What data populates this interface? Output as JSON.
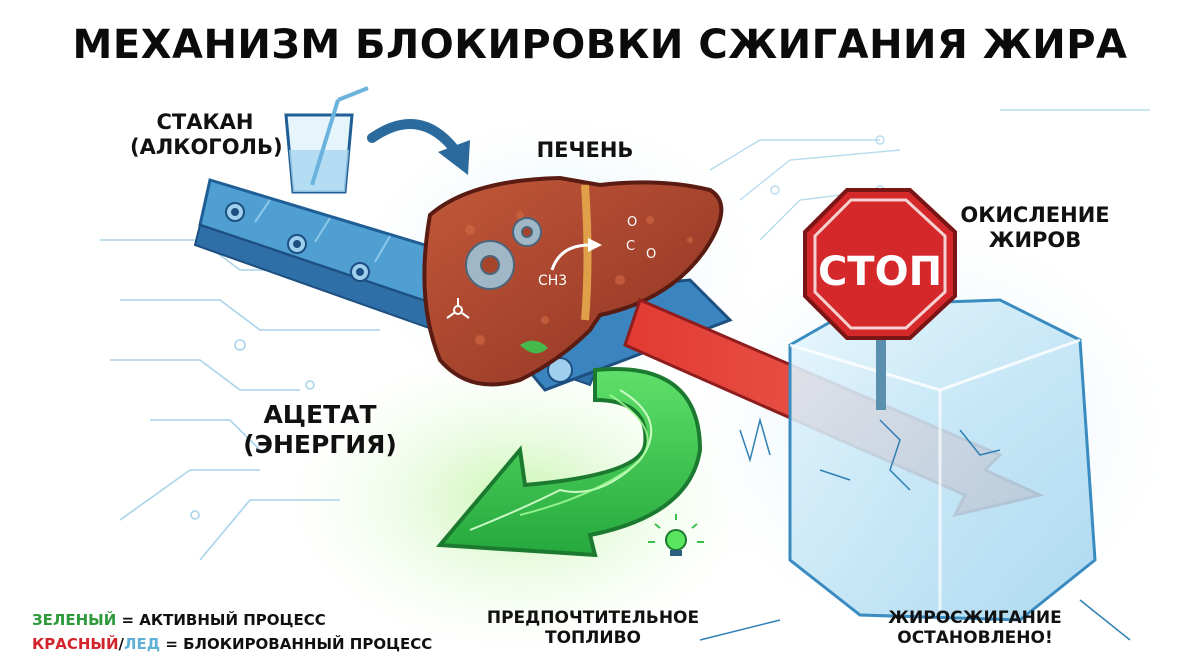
{
  "title": "МЕХАНИЗМ БЛОКИРОВКИ СЖИГАНИЯ ЖИРА",
  "labels": {
    "glass_line1": "СТАКАН",
    "glass_line2": "(АЛКОГОЛЬ)",
    "liver": "ПЕЧЕНЬ",
    "oxidation_line1": "ОКИСЛЕНИЕ",
    "oxidation_line2": "ЖИРОВ",
    "acetate_line1": "АЦЕТАТ",
    "acetate_line2": "(ЭНЕРГИЯ)",
    "fuel_line1": "ПРЕДПОЧТИТЕЛЬНОЕ",
    "fuel_line2": "ТОПЛИВО",
    "stopped_line1": "ЖИРОСЖИГАНИЕ",
    "stopped_line2": "ОСТАНОВЛЕНО!"
  },
  "stop_sign": "СТОП",
  "chemistry": {
    "methyl": "CH3",
    "carboxyl_c": "C",
    "carboxyl_o_top": "O",
    "carboxyl_o_side": "O"
  },
  "legend": {
    "green_word": "ЗЕЛЕНЫЙ",
    "green_desc": " = АКТИВНЫЙ ПРОЦЕСС",
    "red_word": "КРАСНЫЙ",
    "slash": "/",
    "ice_word": "ЛЕД",
    "red_desc": " = БЛОКИРОВАННЫЙ ПРОЦЕСС"
  },
  "colors": {
    "active_green": "#2e9a3c",
    "blocked_red": "#d3232b",
    "ice_blue": "#5fb0d6",
    "conveyor_blue": "#2f6fa8",
    "liver_brown": "#a5432b"
  }
}
